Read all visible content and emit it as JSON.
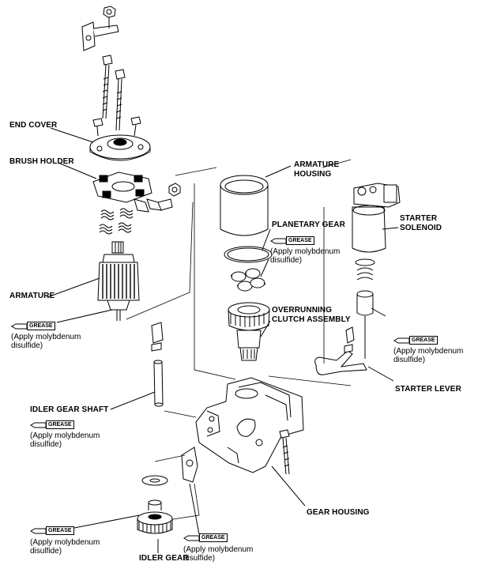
{
  "labels": {
    "end_cover": "END COVER",
    "brush_holder": "BRUSH HOLDER",
    "armature": "ARMATURE",
    "armature_housing_line1": "ARMATURE",
    "armature_housing_line2": "HOUSING",
    "planetary_gear": "PLANETARY GEAR",
    "overrunning_line1": "OVERRUNNING",
    "overrunning_line2": "CLUTCH ASSEMBLY",
    "starter_solenoid_line1": "STARTER",
    "starter_solenoid_line2": "SOLENOID",
    "starter_lever": "STARTER LEVER",
    "idler_gear_shaft": "IDLER GEAR SHAFT",
    "gear_housing": "GEAR HOUSING",
    "idler_gear": "IDLER GEAR"
  },
  "grease_tag": "GREASE",
  "grease_note_line1": "(Apply molybdenum",
  "grease_note_line2": "disulfide)",
  "grease_callouts": {
    "armature": {
      "tag": "GREASE",
      "line1": "(Apply molybdenum",
      "line2": "disulfide)"
    },
    "planetary": {
      "line1": "(Apply molybdenum",
      "line2": "disulfide)"
    },
    "lever": {
      "tag": "GREASE",
      "line1": "(Apply molybdenum",
      "line2": "disulfide)"
    },
    "shaft": {
      "tag": "GREASE",
      "line1": "(Apply molybdenum",
      "line2": "disulfide)"
    },
    "idler_left": {
      "tag": "GREASE",
      "line1": "(Apply molybdenum",
      "line2": "disulfide)"
    },
    "idler_right": {
      "tag": "GREASE",
      "line1": "(Apply molybdenum",
      "line2": "disulfide)"
    }
  },
  "colors": {
    "ink": "#000000",
    "background": "#ffffff"
  }
}
